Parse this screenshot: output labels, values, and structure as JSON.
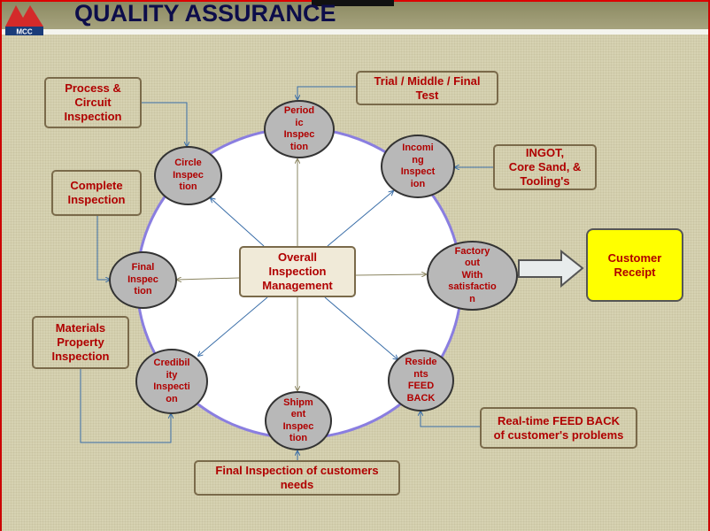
{
  "header": {
    "title": "QUALITY ASSURANCE",
    "logo_text": "MCC"
  },
  "center": "Overall\nInspection\nManagement",
  "nodes": {
    "periodic": "Period\nic\nInspec\ntion",
    "incoming": "Incomi\nng\nInspect\nion",
    "factory": "Factory\nout\nWith\nsatisfactio\nn",
    "residents": "Reside\nnts\nFEED\nBACK",
    "shipment": "Shipm\nent\nInspec\ntion",
    "credibility": "Credibil\nity\nInspecti\non",
    "final": "Final\nInspec\ntion",
    "circle": "Circle\nInspec\ntion"
  },
  "boxes": {
    "process": "Process &\nCircuit\nInspection",
    "complete": "Complete\nInspection",
    "materials": "Materials\nProperty\nInspection",
    "trial": "Trial / Middle / Final\nTest",
    "ingot": "INGOT,\nCore Sand, &\nTooling's",
    "customer": "Customer\nReceipt",
    "realtime": "Real-time FEED BACK\nof customer's problems",
    "final_inspection": "Final Inspection of customers\nneeds"
  },
  "colors": {
    "text": "#b00000",
    "title": "#0d0d4a",
    "customer_bg": "#ffff00"
  }
}
